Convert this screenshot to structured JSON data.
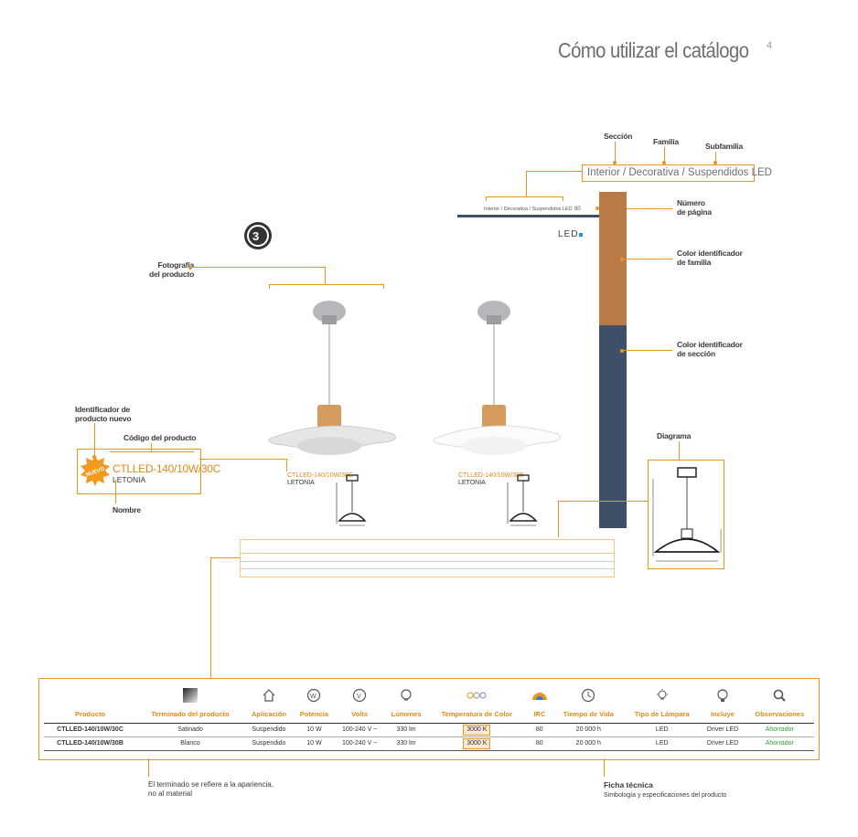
{
  "header": {
    "title": "Cómo utilizar el catálogo",
    "page_number": "4"
  },
  "breadcrumb": {
    "text": "Interior / Decorativa / Suspendidos LED",
    "small_text": "Interior / Decorativa / Suspendidos LED",
    "small_page": "80"
  },
  "labels": {
    "seccion": "Sección",
    "familia": "Familia",
    "subfamilia": "Subfamilia",
    "numero_pagina_1": "Número",
    "numero_pagina_2": "de página",
    "color_familia_1": "Color identificador",
    "color_familia_2": "de familia",
    "color_seccion_1": "Color identificador",
    "color_seccion_2": "de sección",
    "diagrama": "Diagrama",
    "fotografia_1": "Fotografía",
    "fotografia_2": "del producto",
    "identificador_1": "Identificador de",
    "identificador_2": "producto nuevo",
    "codigo": "Código del producto",
    "nombre": "Nombre"
  },
  "product_card": {
    "code": "CTLLED-140/10W/30C",
    "name": "LETONIA",
    "badge": "NUEVO"
  },
  "photo_captions": [
    {
      "code": "CTLLED-140/10W/30C",
      "name": "LETONIA"
    },
    {
      "code": "CTLLED-140/10W/30B",
      "name": "LETONIA"
    }
  ],
  "logos": {
    "led": "LED",
    "warranty": "3"
  },
  "colors": {
    "accent": "#e9961e",
    "family_stripe": "#b97a45",
    "section_stripe": "#3d5068",
    "green": "#2e9b3a"
  },
  "table": {
    "headers": [
      "Producto",
      "Terminado del producto",
      "Aplicación",
      "Potencia",
      "Volts",
      "Lúmenes",
      "Temperatura de Color",
      "IRC",
      "Tiempo de Vida",
      "Tipo de Lámpara",
      "Incluye",
      "Observaciones"
    ],
    "header_icons": [
      "",
      "finish-swatch-icon",
      "house-icon",
      "watt-icon",
      "volt-icon",
      "lumen-icon",
      "color-temp-icon",
      "irc-icon",
      "clock-icon",
      "bulb-icon",
      "driver-icon",
      "magnifier-icon"
    ],
    "rows": [
      [
        "CTLLED-140/10W/30C",
        "Satinado",
        "Suspendido",
        "10 W",
        "100-240 V ~",
        "330 lm",
        "3000 K",
        "80",
        "20 000 h",
        "LED",
        "Driver LED",
        "Ahorrador"
      ],
      [
        "CTLLED-140/10W/30B",
        "Blanco",
        "Suspendido",
        "10 W",
        "100-240 V ~",
        "330 lm",
        "3000 K",
        "80",
        "20 000 h",
        "LED",
        "Driver LED",
        "Ahorrador"
      ]
    ]
  },
  "footnotes": {
    "terminado_1": "El terminado se refiere a la apariencia,",
    "terminado_2": "no al material",
    "ficha_title": "Ficha técnica",
    "ficha_sub": "Simbología y especificaciones del producto"
  }
}
